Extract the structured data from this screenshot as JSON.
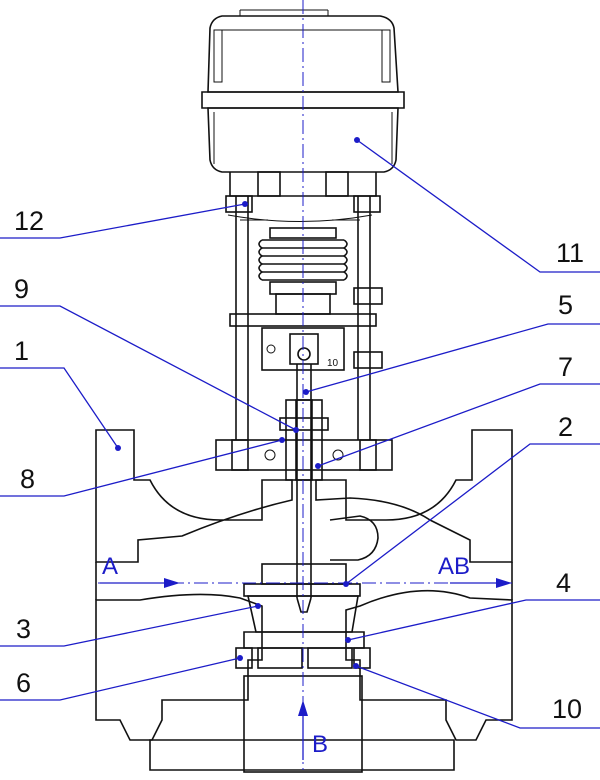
{
  "labels": {
    "n1": "1",
    "n2": "2",
    "n3": "3",
    "n4": "4",
    "n5": "5",
    "n6": "6",
    "n7": "7",
    "n8": "8",
    "n9": "9",
    "n10": "10",
    "n11": "11",
    "n12": "12",
    "part_mark": "10"
  },
  "flow": {
    "A": "A",
    "AB": "AB",
    "B": "B"
  },
  "colors": {
    "leader": "#1c1cc8",
    "outline": "#111111",
    "hatch": "#444444"
  }
}
